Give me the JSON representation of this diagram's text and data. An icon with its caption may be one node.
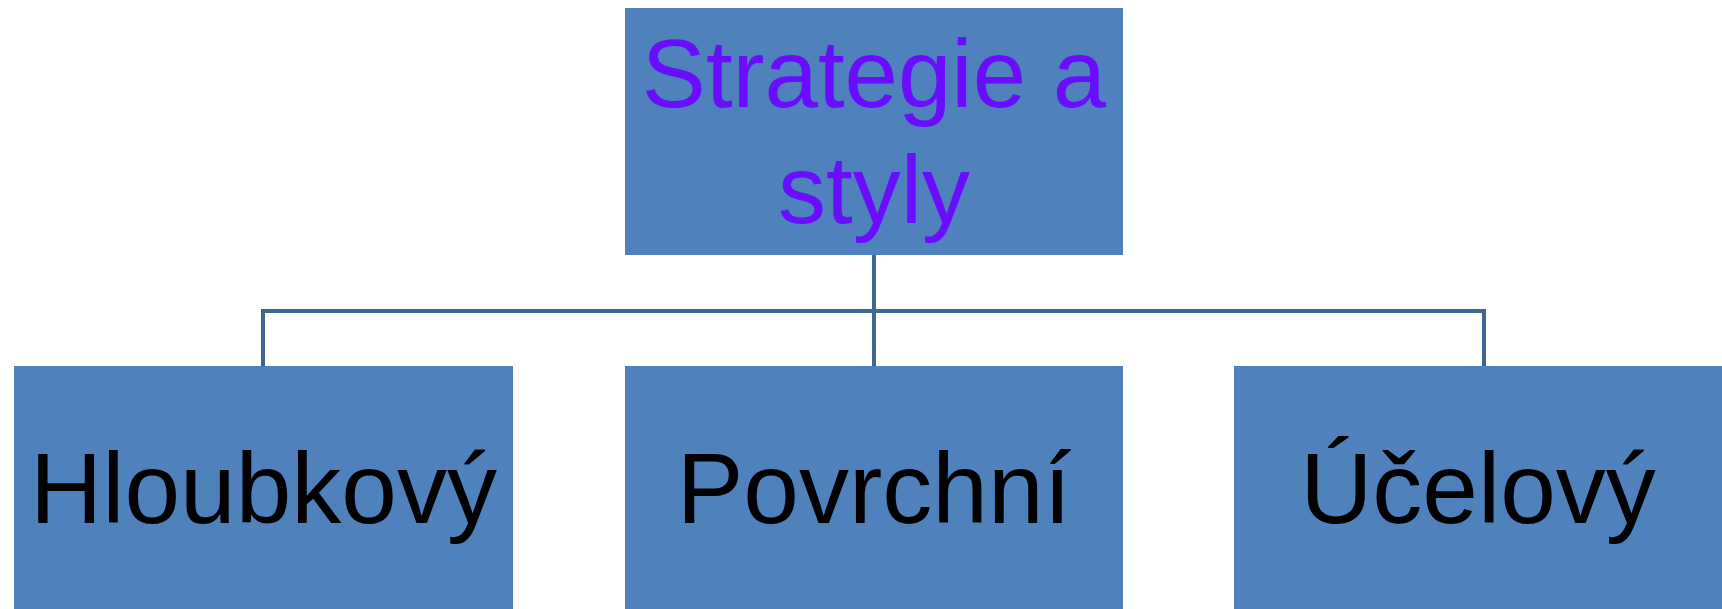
{
  "diagram": {
    "nodes": [
      {
        "text": [
          "Strategie a styly"
        ]
      },
      {
        "text": [
          "Hloubkový"
        ]
      },
      {
        "text": [
          "Povrchní"
        ]
      },
      {
        "text": [
          "Účelový"
        ]
      }
    ],
    "edges": [
      {
        "from": 0,
        "to": 1,
        "arrow": "none"
      },
      {
        "from": 0,
        "to": 2,
        "arrow": "none"
      },
      {
        "from": 0,
        "to": 3,
        "arrow": "none"
      }
    ]
  }
}
